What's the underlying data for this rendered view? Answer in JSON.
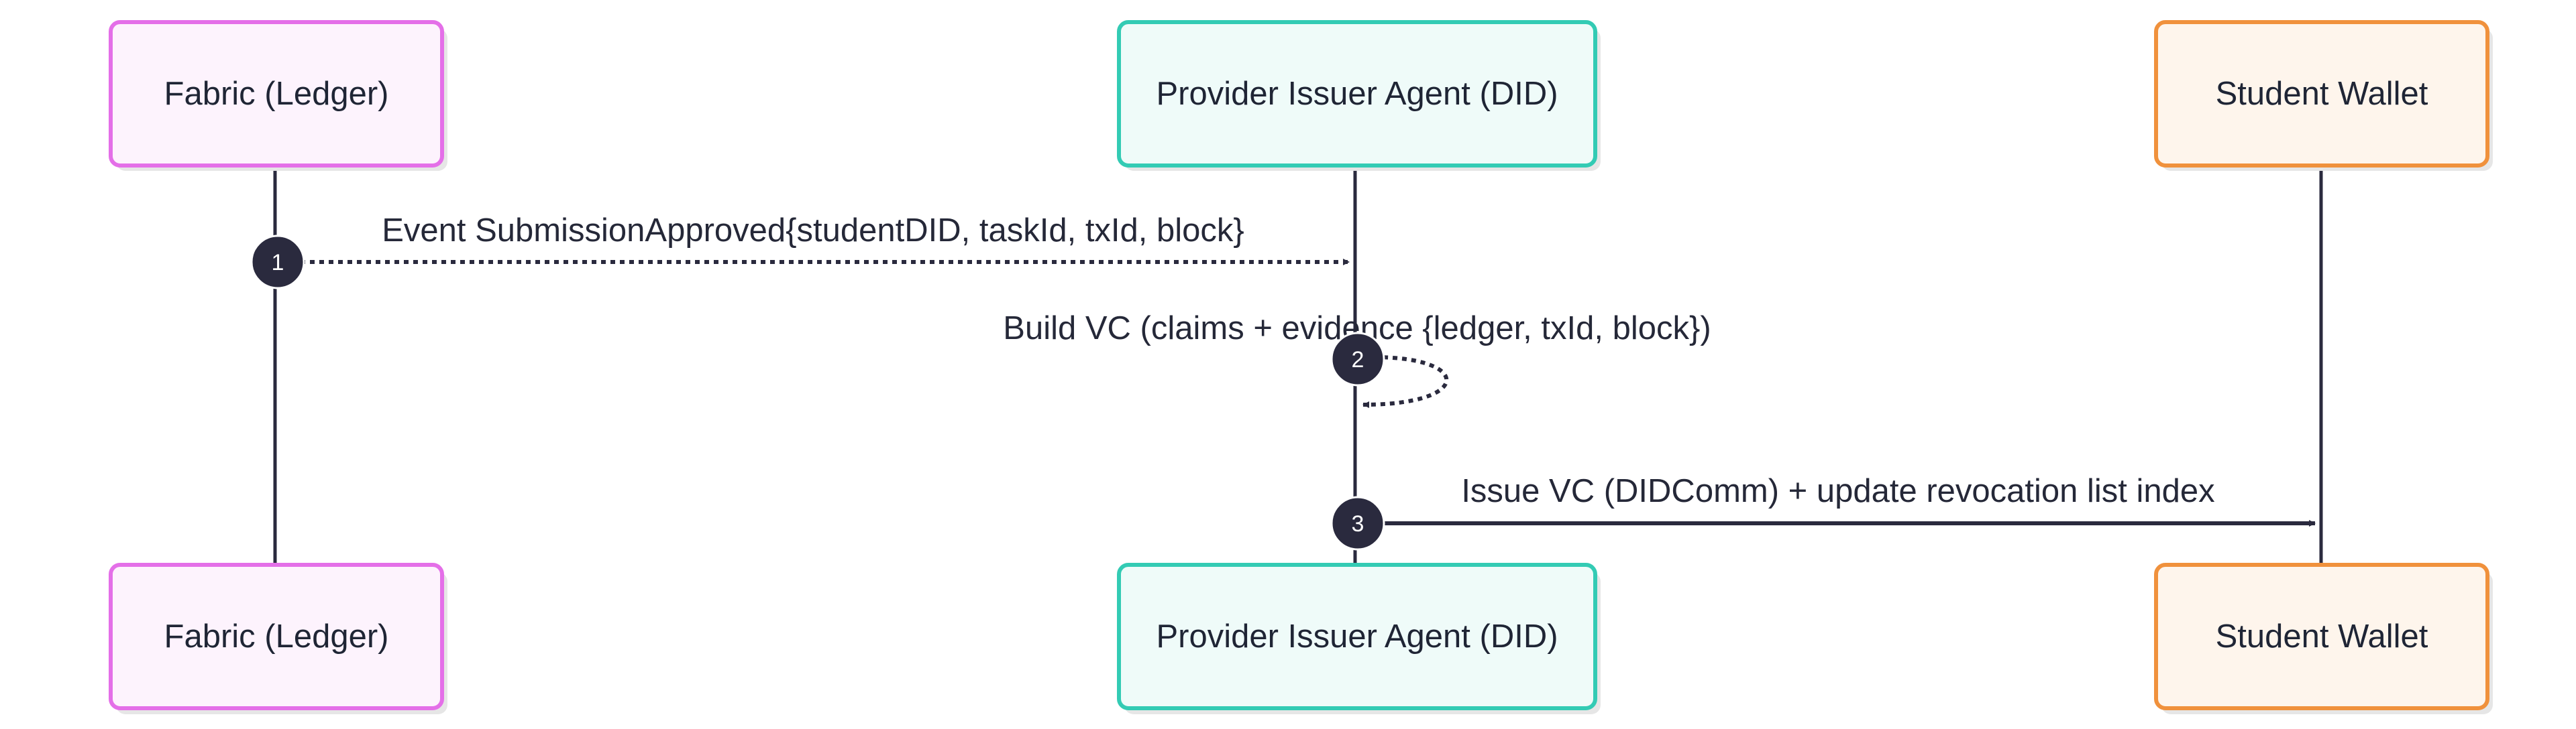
{
  "diagram": {
    "type": "sequence",
    "participants": [
      {
        "id": "fabric",
        "label": "Fabric (Ledger)",
        "stroke": "#e46fe8",
        "fill": "#fdf3fd"
      },
      {
        "id": "issuer",
        "label": "Provider Issuer Agent (DID)",
        "stroke": "#33cbb4",
        "fill": "#effbf9"
      },
      {
        "id": "wallet",
        "label": "Student Wallet",
        "stroke": "#f0913c",
        "fill": "#fef5ec"
      }
    ],
    "messages": [
      {
        "number": "1",
        "from": "fabric",
        "to": "issuer",
        "style": "dotted",
        "text": "Event SubmissionApproved{studentDID, taskId, txId, block}"
      },
      {
        "number": "2",
        "from": "issuer",
        "to": "issuer",
        "style": "dotted",
        "text": "Build VC (claims + evidence {ledger, txId, block})"
      },
      {
        "number": "3",
        "from": "issuer",
        "to": "wallet",
        "style": "solid",
        "text": "Issue VC (DIDComm) + update revocation list index"
      }
    ],
    "colors": {
      "line": "#2a2a3e",
      "badge": "#2a2a3e",
      "badge_text": "#ffffff",
      "shadow": "#e6e6e6"
    }
  }
}
